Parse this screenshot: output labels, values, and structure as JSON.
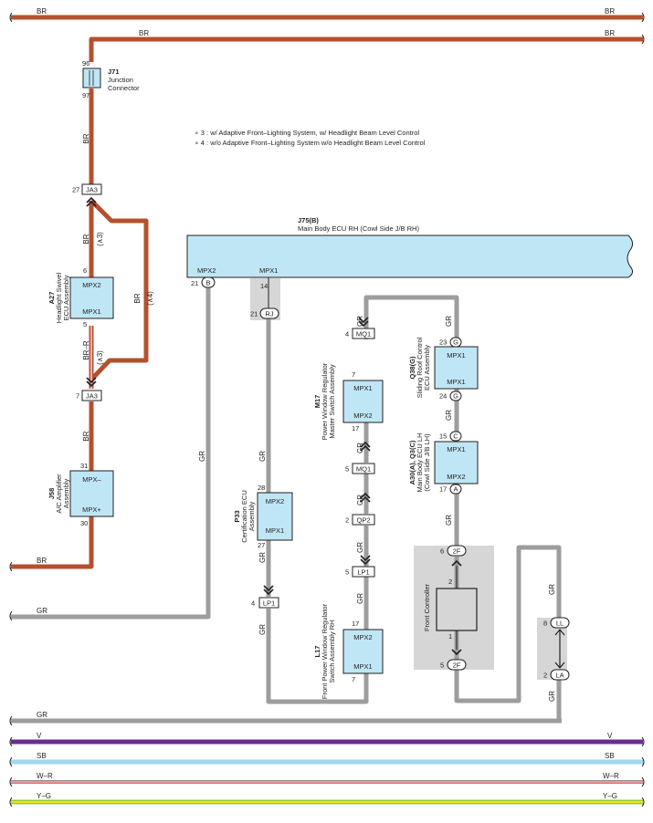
{
  "notes": {
    "note3": "∘ 3 : w/ Adaptive Front–Lighting System,  w/ Headlight Beam Level Control",
    "note4": "∘ 4 : w/o Adaptive Front–Lighting System w/o Headlight Beam Level Control"
  },
  "wires": {
    "br": "BR",
    "gr": "GR",
    "v": "V",
    "sb": "SB",
    "wr": "W–R",
    "yg": "Y–G",
    "brr": "BR–R",
    "cond3": "(∧3)",
    "cond4": "(∧4)"
  },
  "components": {
    "j71": {
      "code": "J71",
      "name1": "Junction",
      "name2": "Connector",
      "pin_top": "96",
      "pin_bottom": "97"
    },
    "j75": {
      "code": "J75(B)",
      "name": "Main Body ECU RH (Cowl Side J/B RH)",
      "label_mpx2": "MPX2",
      "label_mpx1": "MPX1",
      "pin_b": "21",
      "conn_b": "B",
      "pin_mpx1": "14"
    },
    "a27": {
      "code": "A27",
      "name1": "Headlight Swivel",
      "name2": "ECU Assembly",
      "pin_top": "6",
      "pin_bottom": "5",
      "label_top": "MPX2",
      "label_bottom": "MPX1"
    },
    "j58": {
      "code": "J58",
      "name1": "A/C Amplifier",
      "name2": "Assembly",
      "pin_top": "31",
      "pin_bottom": "30",
      "label_top": "MPX–",
      "label_bottom": "MPX+"
    },
    "p33": {
      "code": "P33",
      "name1": "Certification ECU",
      "name2": "Assembly",
      "pin_top": "28",
      "pin_bottom": "27",
      "label_top": "MPX2",
      "label_bottom": "MPX1"
    },
    "m17": {
      "code": "M17",
      "name1": "Power Window Regulator",
      "name2": "Master Switch Assembly",
      "pin_top": "7",
      "pin_bottom": "17",
      "label_top": "MPX1",
      "label_bottom": "MPX2"
    },
    "l17": {
      "code": "L17",
      "name1": "Front Power Window Regulator",
      "name2": "Switch Assembly RH",
      "pin_top": "17",
      "pin_bottom": "7",
      "label_top": "MPX2",
      "label_bottom": "MPX1"
    },
    "q38": {
      "code": "Q38(G)",
      "name1": "Sliding Roof Control",
      "name2": "ECU Assembly",
      "pin_top": "23",
      "pin_bottom": "24",
      "conn": "G",
      "label_top": "MPX1",
      "label_bottom": "MPX1"
    },
    "a30": {
      "code": "A30(A), Q3(C)",
      "name1": "Main Body ECU LH",
      "name2": "(Cowl Side J/B LH)",
      "pin_top": "15",
      "pin_bottom": "17",
      "conn_top": "C",
      "conn_bottom": "A",
      "label_top": "MPX1",
      "label_bottom": "MPX2"
    },
    "front_controller": {
      "name": "Front Controller",
      "pin2": "2",
      "pin1": "1"
    }
  },
  "connectors": {
    "ja3_top": {
      "label": "JA3",
      "pin": "27"
    },
    "ja3_bottom": {
      "label": "JA3",
      "pin": "7"
    },
    "rj": {
      "label": "RJ",
      "pin": "21"
    },
    "lp1_left": {
      "label": "LP1",
      "pin": "4"
    },
    "mq1_top": {
      "label": "MQ1",
      "pin": "4"
    },
    "mq1_bottom": {
      "label": "MQ1",
      "pin": "5"
    },
    "qp2": {
      "label": "QP2",
      "pin": "2"
    },
    "lp1_right": {
      "label": "LP1",
      "pin": "5"
    },
    "f2_top": {
      "label": "2F",
      "pin": "6"
    },
    "f2_bottom": {
      "label": "2F",
      "pin": "5"
    },
    "ll": {
      "label": "LL",
      "pin": "8"
    },
    "la": {
      "label": "LA",
      "pin": "2"
    }
  },
  "colors": {
    "br": "#b5502e",
    "gr": "#9d9d9e",
    "v": "#6b2c91",
    "sb": "#9fd8ef",
    "wr_red": "#e02a2a",
    "yg_yellow": "#e7e31b",
    "yg_green": "#9cc93b",
    "component_fill": "#bfe6f5",
    "shade": "#d6d6d6"
  }
}
